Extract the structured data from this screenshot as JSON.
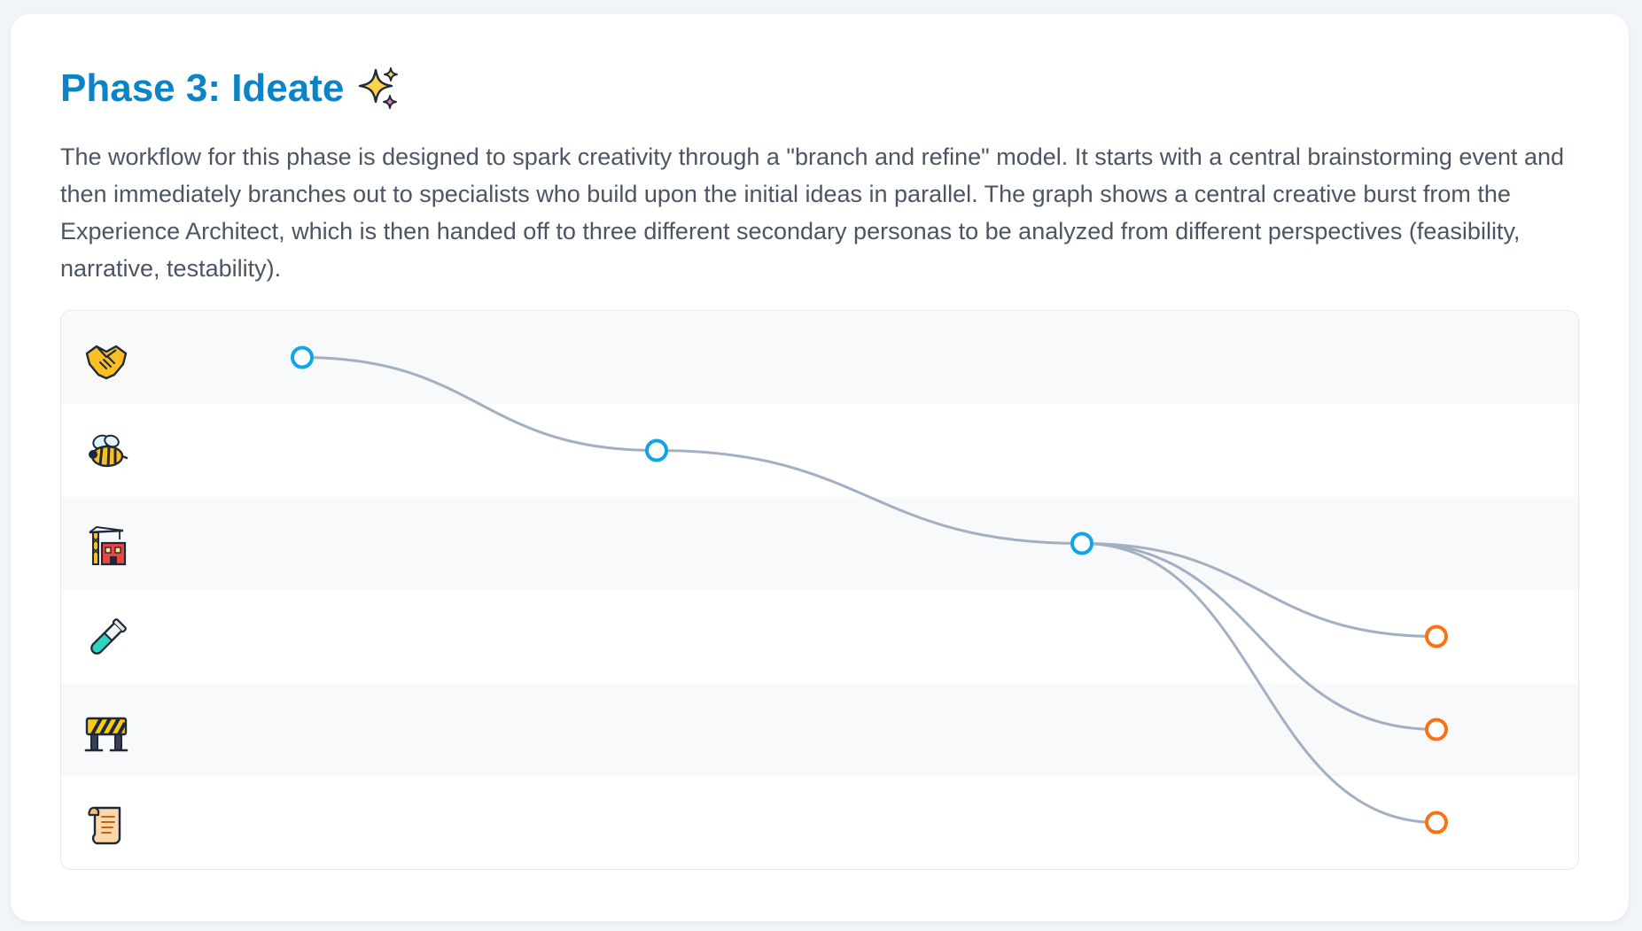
{
  "header": {
    "title": "Phase 3: Ideate",
    "title_icon": "sparkles-icon",
    "description": "The workflow for this phase is designed to spark creativity through a \"branch and refine\" model. It starts with a central brainstorming event and then immediately branches out to specialists who build upon the initial ideas in parallel. The graph shows a central creative burst from the Experience Architect, which is then handed off to three different secondary personas to be analyzed from different perspectives (feasibility, narrative, testability)."
  },
  "lanes": [
    {
      "icon": "handshake-icon"
    },
    {
      "icon": "bee-icon"
    },
    {
      "icon": "construction-building-icon"
    },
    {
      "icon": "test-tube-icon"
    },
    {
      "icon": "construction-barrier-icon"
    },
    {
      "icon": "scroll-icon"
    }
  ],
  "colors": {
    "title": "#0a84c6",
    "primary_node": "#0ea5e9",
    "secondary_node": "#f97316",
    "edge": "#a3afc2",
    "lane_alt": "#f7f9fb"
  },
  "graph": {
    "columns": 4,
    "nodes": [
      {
        "id": "n1",
        "lane": 0,
        "col": 0,
        "kind": "primary"
      },
      {
        "id": "n2",
        "lane": 1,
        "col": 1,
        "kind": "primary"
      },
      {
        "id": "n3",
        "lane": 2,
        "col": 2,
        "kind": "primary"
      },
      {
        "id": "n4",
        "lane": 3,
        "col": 3,
        "kind": "secondary"
      },
      {
        "id": "n5",
        "lane": 4,
        "col": 3,
        "kind": "secondary"
      },
      {
        "id": "n6",
        "lane": 5,
        "col": 3,
        "kind": "secondary"
      }
    ],
    "edges": [
      {
        "from": "n1",
        "to": "n2"
      },
      {
        "from": "n2",
        "to": "n3"
      },
      {
        "from": "n3",
        "to": "n4"
      },
      {
        "from": "n3",
        "to": "n5"
      },
      {
        "from": "n3",
        "to": "n6"
      }
    ]
  }
}
